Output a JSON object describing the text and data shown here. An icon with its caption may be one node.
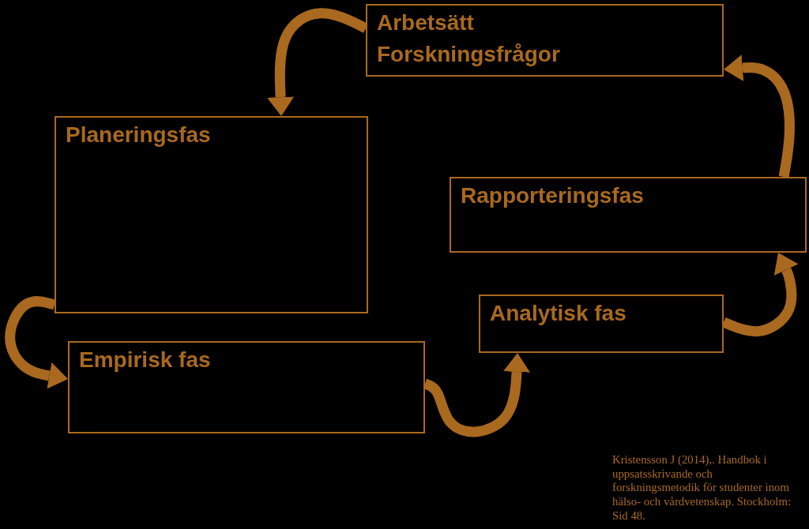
{
  "diagram": {
    "nodes": [
      {
        "text": [
          "Arbetsätt",
          "Forskningsfrågor"
        ]
      },
      {
        "text": [
          "Planeringsfas"
        ]
      },
      {
        "text": [
          "Rapporteringsfas"
        ]
      },
      {
        "text": [
          "Analytisk fas"
        ]
      },
      {
        "text": [
          "Empirisk fas"
        ]
      }
    ],
    "edges": [
      {
        "from": 0,
        "to": 1,
        "arrow": "to"
      },
      {
        "from": 1,
        "to": 4,
        "arrow": "to"
      },
      {
        "from": 4,
        "to": 3,
        "arrow": "to"
      },
      {
        "from": 3,
        "to": 2,
        "arrow": "to"
      },
      {
        "from": 2,
        "to": 0,
        "arrow": "to"
      }
    ],
    "labels": [
      "Kristensson J (2014),. Handbok i uppsatsskrivande och forskningsmetodik för studenter inom hälso- och vårdvetenskap. Stockholm: Sid 48."
    ]
  }
}
